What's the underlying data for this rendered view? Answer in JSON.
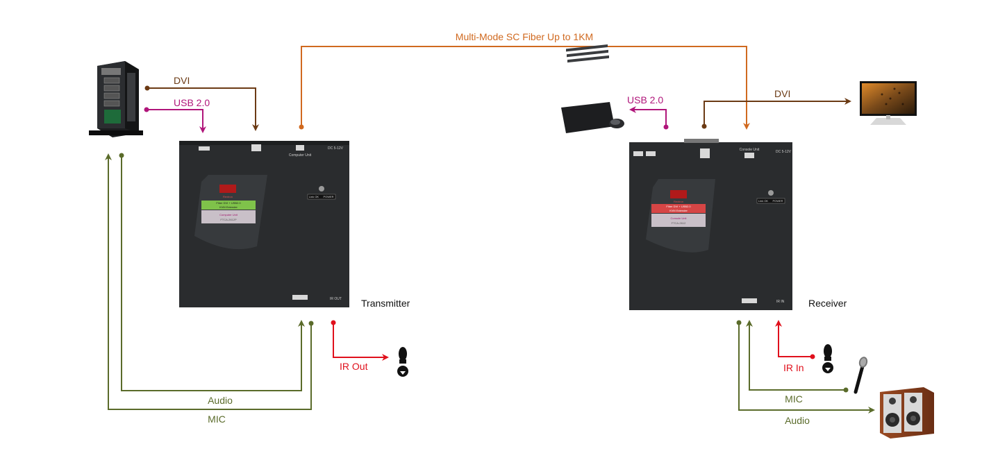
{
  "colors": {
    "fiber": "#d0691f",
    "dvi": "#6b3a14",
    "usb": "#b0157a",
    "audio": "#5a6b2a",
    "ir": "#e0101c",
    "device": "#2a2c2e"
  },
  "labels": {
    "fiber": "Multi-Mode SC Fiber Up to 1KM",
    "tx_dvi": "DVI",
    "tx_usb": "USB 2.0",
    "tx_audio": "Audio",
    "tx_mic": "MIC",
    "tx_ir": "IR Out",
    "rx_usb": "USB 2.0",
    "rx_dvi": "DVI",
    "rx_ir": "IR In",
    "rx_mic": "MIC",
    "rx_audio": "Audio"
  },
  "devices": {
    "transmitter": {
      "caption": "Transmitter",
      "brand": "Rextron",
      "label_line1": "Fiber DVI + USB2.0",
      "label_line2": "KVM Extender",
      "label_line3": "Computer Unit",
      "model": "FTCA-2612P",
      "port_fiber": "Computer Unit",
      "port_power": "DC 5-12V",
      "led_link": "Link OK",
      "led_power": "POWER",
      "port_ir": "IR OUT"
    },
    "receiver": {
      "caption": "Receiver",
      "brand": "Rextron",
      "label_line1": "Fiber DVI + USB2.0",
      "label_line2": "KVM Extender",
      "label_line3": "Console Unit",
      "model": "FTCA-2612",
      "port_fiber": "Console Unit",
      "port_power": "DC 5-12V",
      "led_link": "Link OK",
      "led_power": "POWER",
      "port_ir": "IR IN"
    }
  },
  "icons": {
    "computer": "tower-computer-icon",
    "keyboard": "keyboard-mouse-icon",
    "monitor": "monitor-icon",
    "ir_tx": "ir-emitter-icon",
    "ir_rx": "ir-receiver-icon",
    "mic": "microphone-icon",
    "speakers": "speakers-icon"
  }
}
